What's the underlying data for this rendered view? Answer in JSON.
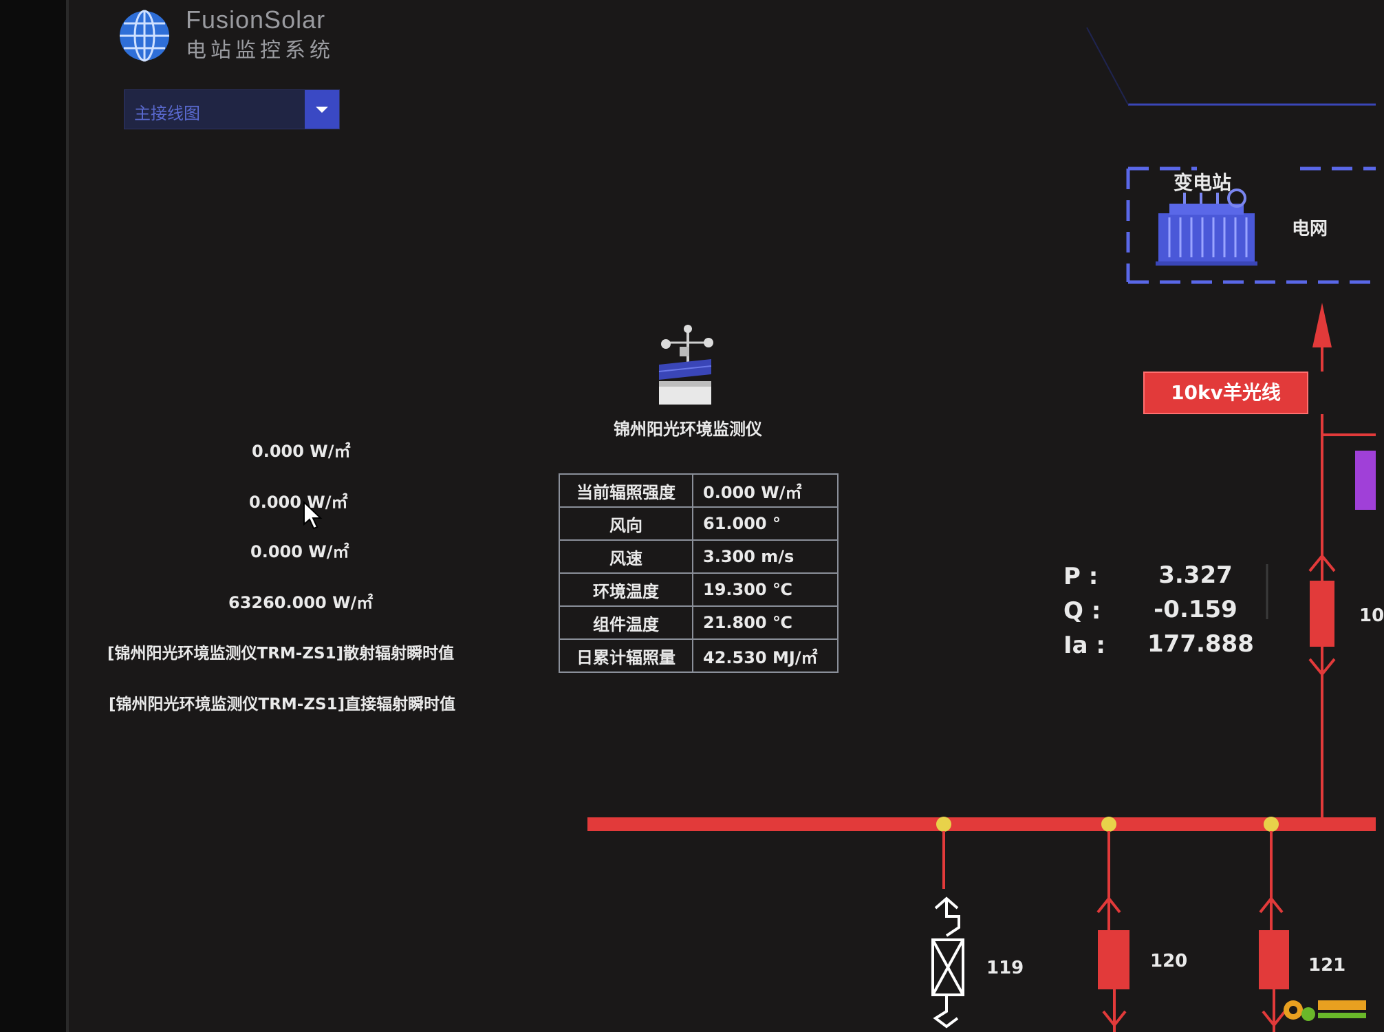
{
  "app": {
    "brand": "FusionSolar",
    "subtitle": "电站监控系统"
  },
  "view_select": {
    "value": "主接线图"
  },
  "left_values": [
    "0.000 W/㎡",
    "0.000 W/㎡",
    "0.000 W/㎡",
    "63260.000 W/㎡"
  ],
  "left_notes": [
    "[锦州阳光环境监测仪TRM-ZS1]散射辐射瞬时值",
    "[锦州阳光环境监测仪TRM-ZS1]直接辐射瞬时值"
  ],
  "device": {
    "name": "锦州阳光环境监测仪"
  },
  "env_table": {
    "rows": [
      {
        "label": "当前辐照强度",
        "value": "0.000 W/㎡"
      },
      {
        "label": "风向",
        "value": "61.000 °"
      },
      {
        "label": "风速",
        "value": "3.300 m/s"
      },
      {
        "label": "环境温度",
        "value": "19.300 ℃"
      },
      {
        "label": "组件温度",
        "value": "21.800 ℃"
      },
      {
        "label": "日累计辐照量",
        "value": "42.530 MJ/㎡"
      }
    ]
  },
  "substation": {
    "label": "变电站",
    "grid_label": "电网"
  },
  "line_name": "10kv羊光线",
  "metrics": [
    {
      "key": "P :",
      "value": "3.327"
    },
    {
      "key": "Q :",
      "value": "-0.159"
    },
    {
      "key": "Ia :",
      "value": "177.888"
    }
  ],
  "feeders": {
    "f119": "119",
    "f120": "120",
    "f121": "121",
    "partial": "10"
  },
  "colors": {
    "background": "#1a1818",
    "busbar": "#e23a3a",
    "node": "#e8d24a",
    "accent_blue": "#3a49c4"
  }
}
